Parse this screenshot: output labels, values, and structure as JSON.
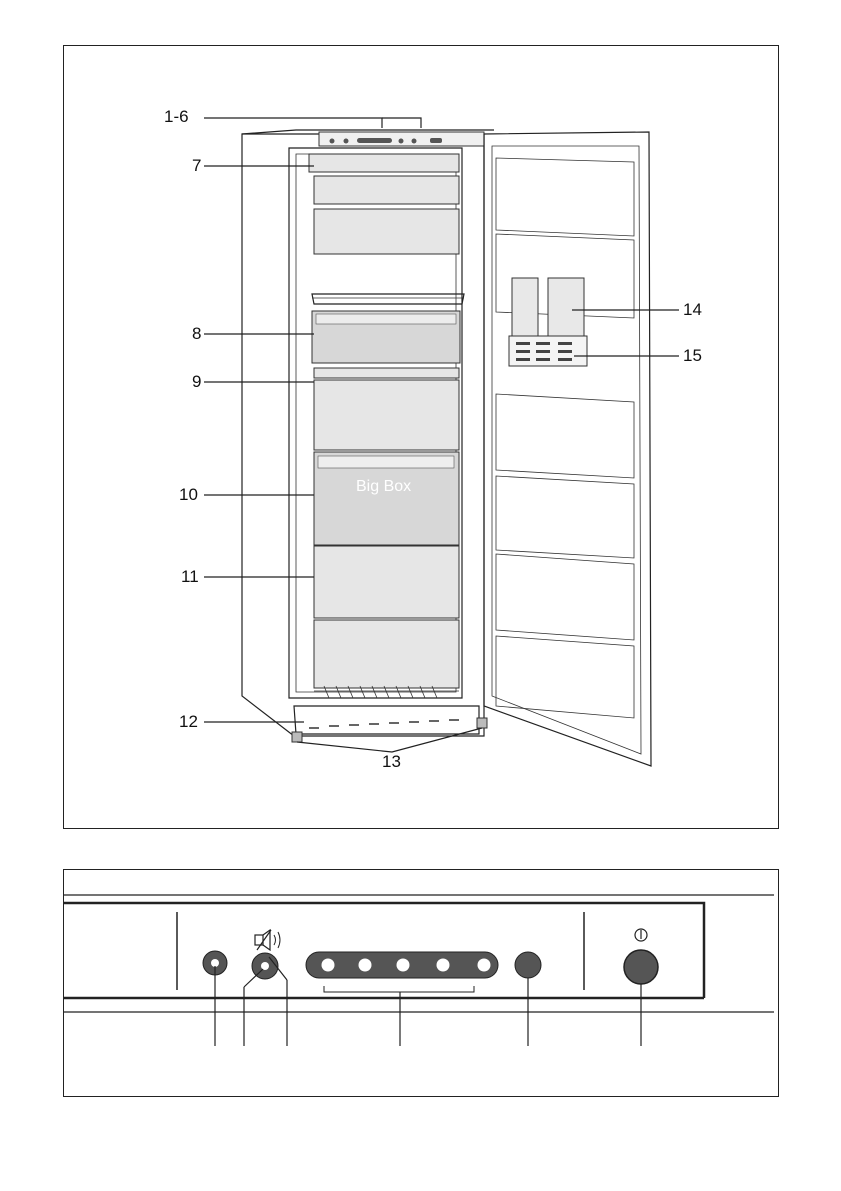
{
  "figure_top": {
    "callouts": {
      "c1_6": "1-6",
      "c7": "7",
      "c8": "8",
      "c9": "9",
      "c10": "10",
      "c11": "11",
      "c12": "12",
      "c13": "13",
      "c14": "14",
      "c15": "15"
    },
    "drawer_label": "Big Box"
  },
  "figure_bottom": {
    "icons": [
      "alarm-off-icon",
      "power-icon"
    ]
  }
}
